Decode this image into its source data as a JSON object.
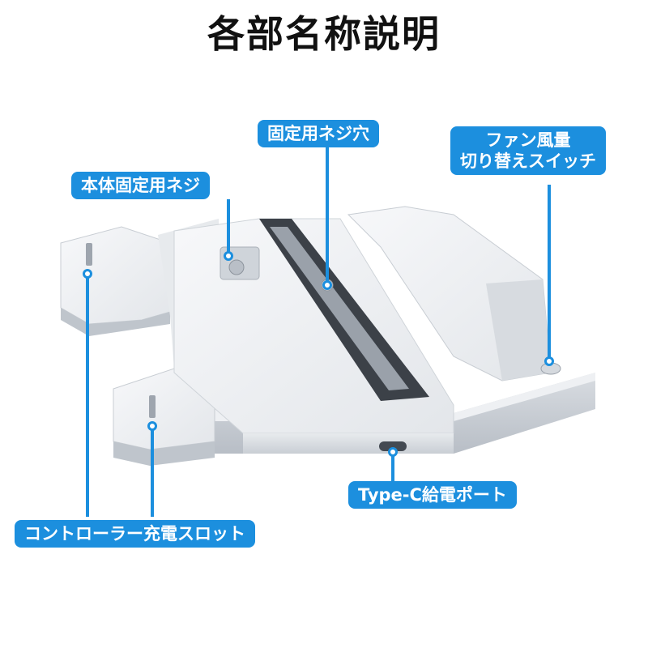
{
  "title": "各部名称説明",
  "accent_color": "#1c8fde",
  "callouts": {
    "screw": "本体固定用ネジ",
    "screw_hole": "固定用ネジ穴",
    "fan_switch_line1": "ファン風量",
    "fan_switch_line2": "切り替えスイッチ",
    "type_c_port": "Type-C給電ポート",
    "controller_slot": "コントローラー充電スロット"
  }
}
